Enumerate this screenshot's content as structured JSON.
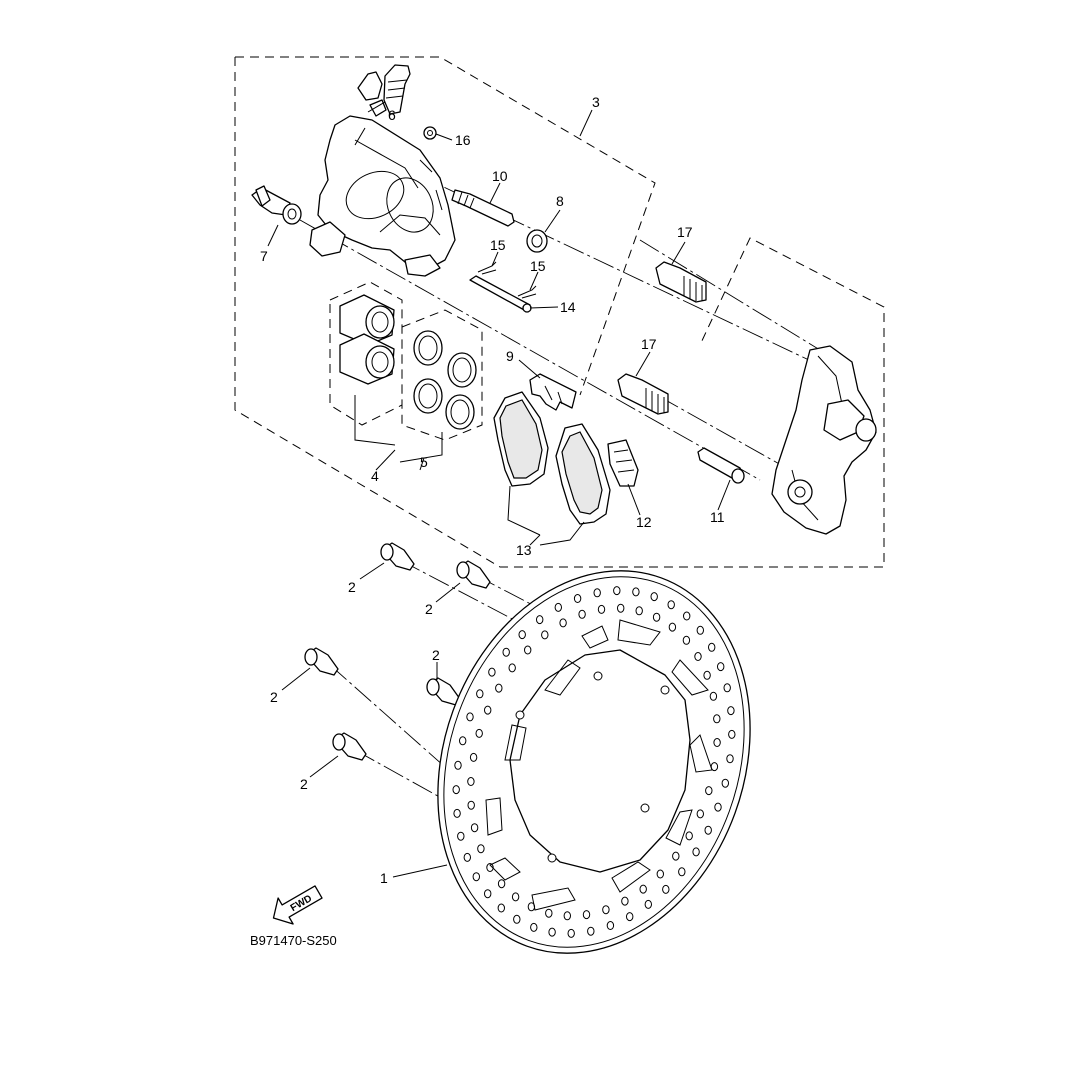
{
  "diagram_code": "B971470-S250",
  "fwd_label": "FWD",
  "callouts": {
    "c1": "1",
    "c2a": "2",
    "c2b": "2",
    "c2c": "2",
    "c2d": "2",
    "c2e": "2",
    "c3": "3",
    "c4": "4",
    "c5": "5",
    "c6": "6",
    "c7": "7",
    "c8": "8",
    "c9": "9",
    "c10": "10",
    "c11": "11",
    "c12": "12",
    "c13": "13",
    "c14": "14",
    "c15a": "15",
    "c15b": "15",
    "c16": "16",
    "c17a": "17",
    "c17b": "17"
  },
  "icons": {
    "fwd_arrow": "fwd-arrow-icon"
  }
}
